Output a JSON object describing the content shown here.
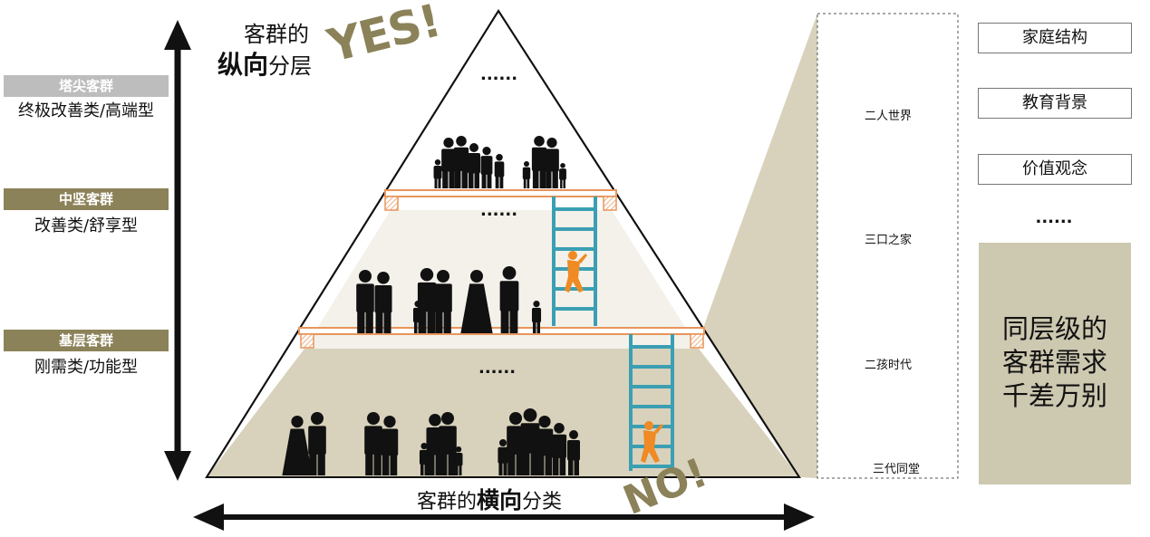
{
  "colors": {
    "olive": "#8b8259",
    "grey_badge": "#bdbdbd",
    "ladder": "#3b9fb3",
    "climber": "#ef8a24",
    "bottom_band": "#d8d2bc",
    "middle_band": "#f3f1ea",
    "panel": "#cdc8b0",
    "platform": "#e8955a"
  },
  "vertical_axis": {
    "line1": "客群的",
    "bold": "纵向",
    "rest": "分层"
  },
  "horizontal_axis": {
    "pre": "客群的",
    "bold": "横向",
    "rest": "分类"
  },
  "yes_label": "YES!",
  "no_label": "NO!",
  "tiers": [
    {
      "badge": "塔尖客群",
      "subtitle": "终极改善类/高端型"
    },
    {
      "badge": "中坚客群",
      "subtitle": "改善类/舒享型"
    },
    {
      "badge": "基层客群",
      "subtitle": "刚需类/功能型"
    }
  ],
  "pyramid_ellipses": [
    "......",
    "......",
    "......"
  ],
  "family_types": [
    "二人世界",
    "三口之家",
    "二孩时代",
    "三代同堂"
  ],
  "attributes": [
    "家庭结构",
    "教育背景",
    "价值观念"
  ],
  "attributes_more": "......",
  "conclusion": "同层级的客群需求千差万别"
}
